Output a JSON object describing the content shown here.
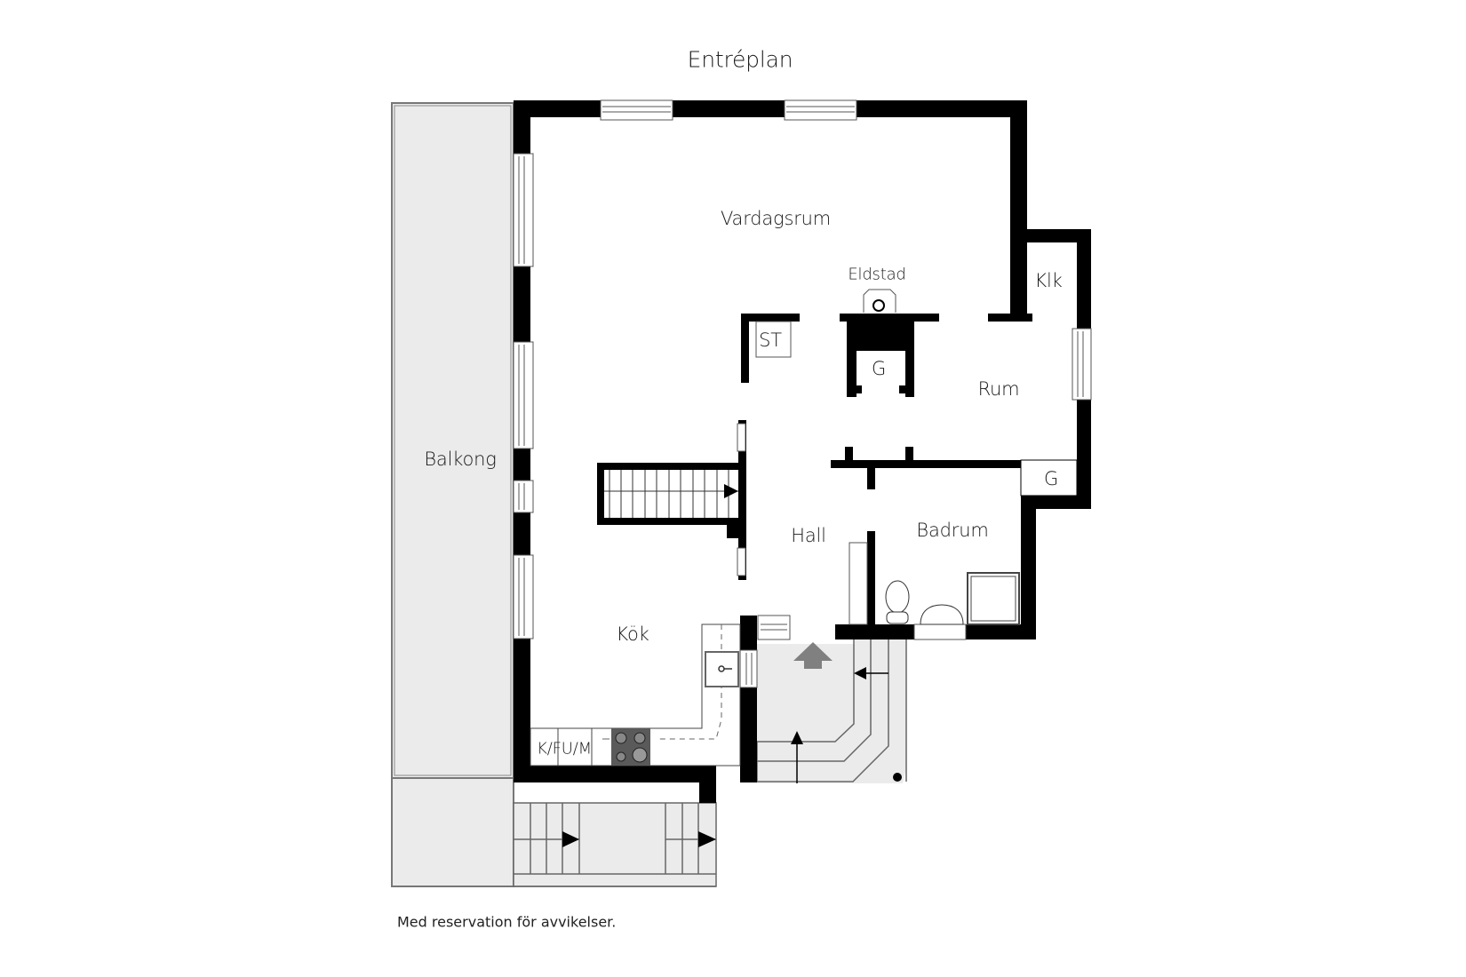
{
  "plan": {
    "title": "Entréplan",
    "disclaimer": "Med reservation för avvikelser.",
    "colors": {
      "wall": "#000000",
      "outdoor_fill": "#ebebeb",
      "line": "#555555",
      "entry_arrow": "#808080",
      "stove": "#5a5a5a"
    },
    "rooms": {
      "vardagsrum": "Vardagsrum",
      "eldstad": "Eldstad",
      "klk": "Klk",
      "st": "ST",
      "g_fireplace": "G",
      "rum": "Rum",
      "balkong": "Balkong",
      "g_closet": "G",
      "hall": "Hall",
      "badrum": "Badrum",
      "kok": "Kök",
      "kfum": "K/FU/M"
    }
  }
}
